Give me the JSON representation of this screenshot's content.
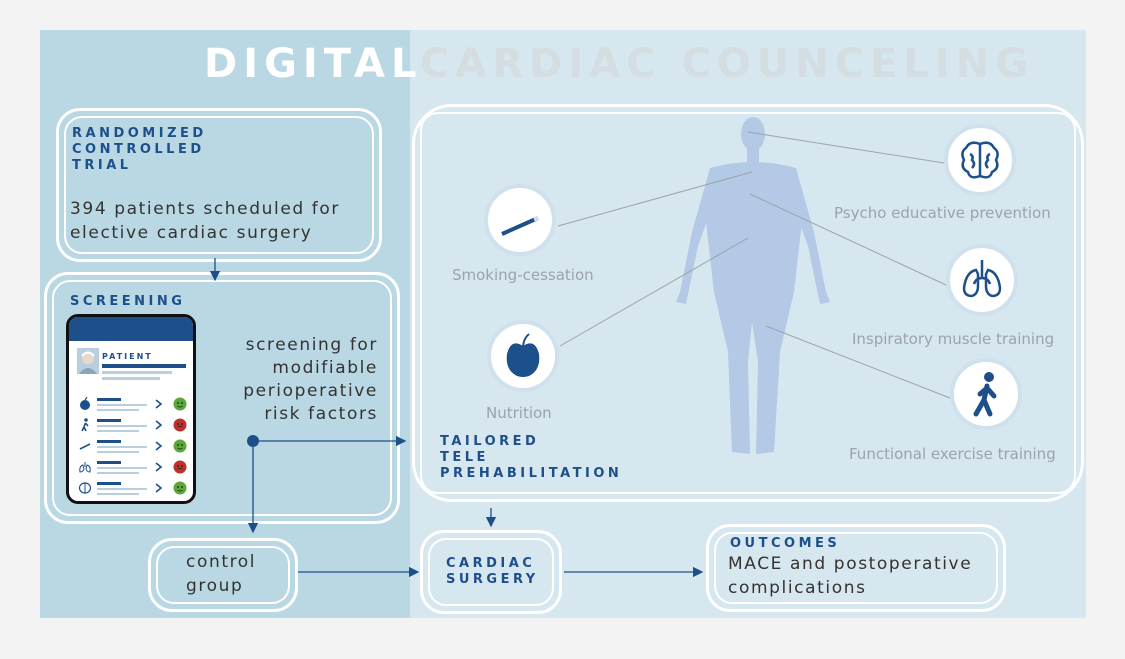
{
  "title": {
    "part1": "DIGITAL",
    "part2": "CARDIAC COUNCELING"
  },
  "trial": {
    "heading_lines": [
      "RANDOMIZED",
      "CONTROLLED",
      "TRIAL"
    ],
    "description_lines": [
      "394 patients scheduled for",
      "elective cardiac surgery"
    ]
  },
  "screening": {
    "heading": "SCREENING",
    "description_lines": [
      "screening for",
      "modifiable",
      "perioperative",
      "risk factors"
    ],
    "tablet_label": "PATIENT",
    "tablet_rows": [
      {
        "icon": "apple-icon",
        "status": "green"
      },
      {
        "icon": "walker-icon",
        "status": "red"
      },
      {
        "icon": "cigarette-icon",
        "status": "green"
      },
      {
        "icon": "lungs-icon",
        "status": "red"
      },
      {
        "icon": "brain-icon",
        "status": "green"
      }
    ]
  },
  "interventions": [
    {
      "label": "Smoking-cessation",
      "icon": "cigarette-icon"
    },
    {
      "label": "Nutrition",
      "icon": "apple-icon"
    },
    {
      "label": "Psycho educative prevention",
      "icon": "brain-icon"
    },
    {
      "label": "Inspiratory muscle training",
      "icon": "lungs-icon"
    },
    {
      "label": "Functional exercise training",
      "icon": "walker-icon"
    }
  ],
  "tailored": {
    "heading_lines": [
      "TAILORED",
      "TELE",
      "PREHABILITATION"
    ]
  },
  "control": {
    "lines": [
      "control",
      "group"
    ]
  },
  "surgery": {
    "heading_lines": [
      "CARDIAC",
      "SURGERY"
    ]
  },
  "outcomes": {
    "heading": "OUTCOMES",
    "lines": [
      "MACE and postoperative",
      "complications"
    ]
  },
  "colors": {
    "navy": "#1d4f8a",
    "left_panel": "#b9d8e3",
    "right_panel": "#d7e7ef",
    "body_silhouette": "#b3c9e6",
    "status_green": "#5aa83a",
    "status_red": "#c0302a"
  }
}
